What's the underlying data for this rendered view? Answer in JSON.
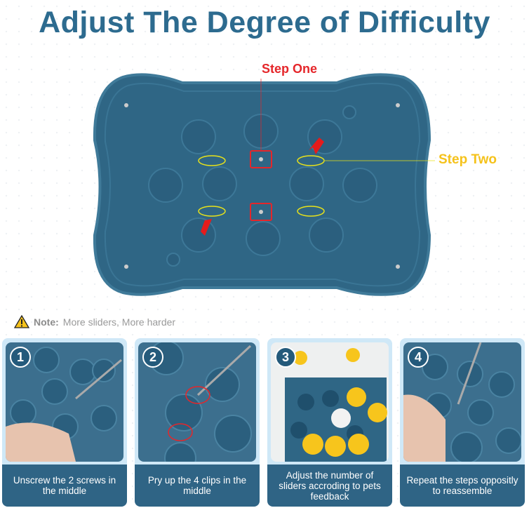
{
  "title": "Adjust The Degree of Difficulty",
  "labels": {
    "step_one": "Step One",
    "step_two": "Step Two"
  },
  "note": {
    "label": "Note:",
    "text": "More sliders, More harder"
  },
  "steps": [
    {
      "number": "1",
      "caption": "Unscrew the 2 screws in the middle"
    },
    {
      "number": "2",
      "caption": "Pry up the 4 clips in the middle"
    },
    {
      "number": "3",
      "caption": "Adjust the number of sliders accroding to pets feedback"
    },
    {
      "number": "4",
      "caption": "Repeat the steps oppositly to reassemble"
    }
  ],
  "colors": {
    "title": "#2d6b8f",
    "board": "#2f6685",
    "step_one": "#e5262a",
    "step_two": "#f5c21b"
  }
}
